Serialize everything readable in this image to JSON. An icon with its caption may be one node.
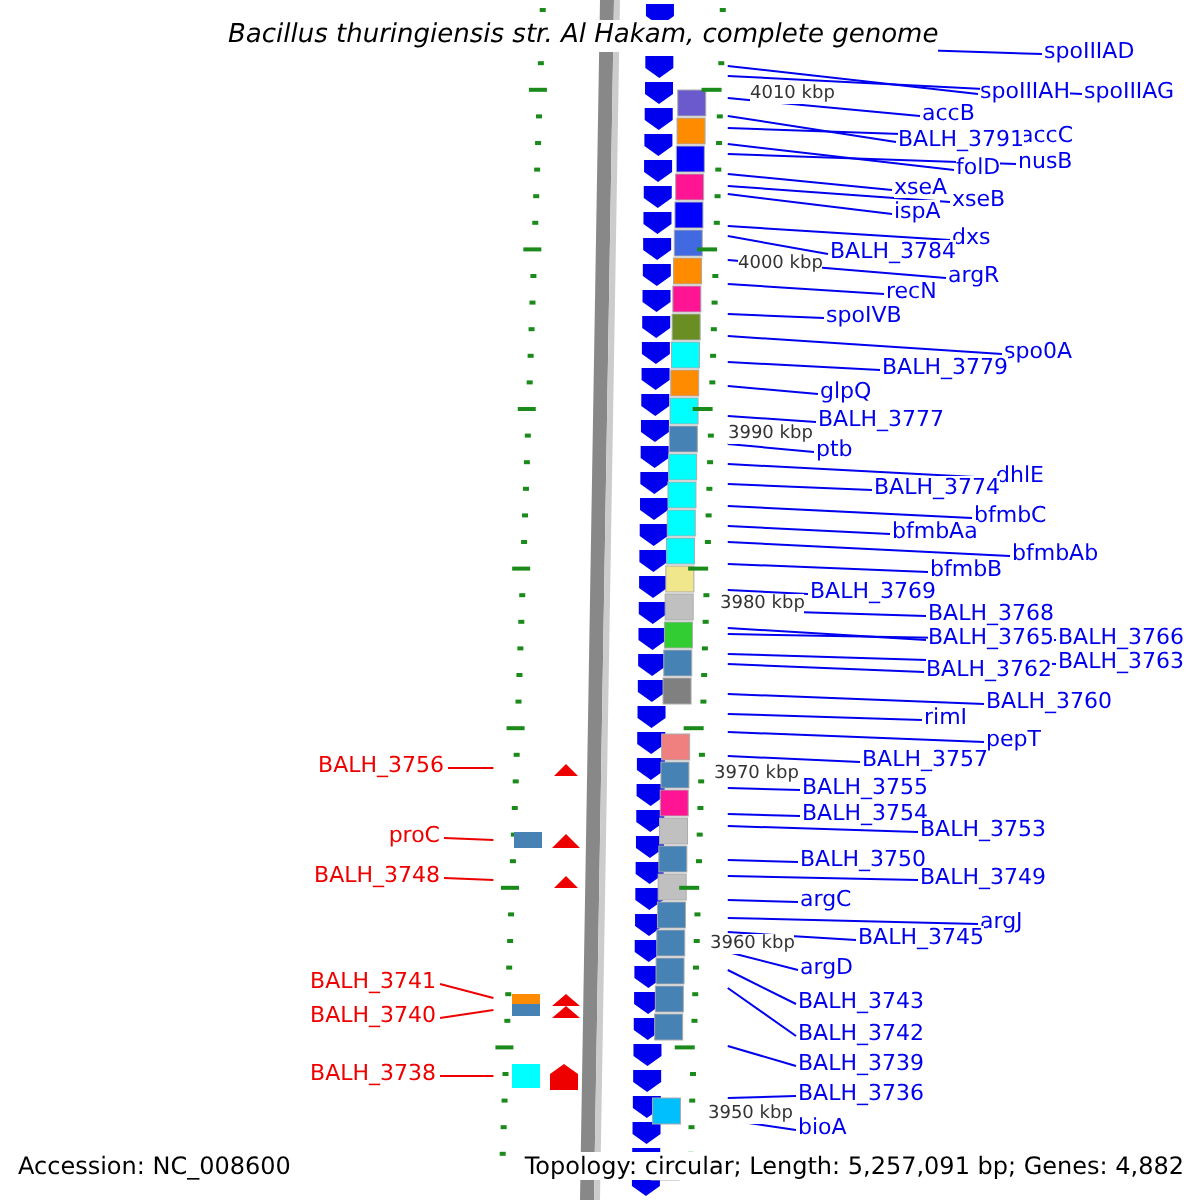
{
  "diagram": {
    "title": "Bacillus thuringiensis str. Al Hakam, complete genome",
    "nodes": [
      {
        "text": [
          "spoIIIAD"
        ]
      },
      {
        "text": [
          "spoIIIAH"
        ]
      },
      {
        "text": [
          "spoIIIAG"
        ]
      },
      {
        "text": [
          "accB"
        ]
      },
      {
        "text": [
          "accC"
        ]
      },
      {
        "text": [
          "BALH_3791"
        ]
      },
      {
        "text": [
          "nusB"
        ]
      },
      {
        "text": [
          "folD"
        ]
      },
      {
        "text": [
          "xseA"
        ]
      },
      {
        "text": [
          "xseB"
        ]
      },
      {
        "text": [
          "ispA"
        ]
      },
      {
        "text": [
          "dxs"
        ]
      },
      {
        "text": [
          "BALH_3784"
        ]
      },
      {
        "text": [
          "argR"
        ]
      },
      {
        "text": [
          "recN"
        ]
      },
      {
        "text": [
          "spoIVB"
        ]
      },
      {
        "text": [
          "spo0A"
        ]
      },
      {
        "text": [
          "BALH_3779"
        ]
      },
      {
        "text": [
          "glpQ"
        ]
      },
      {
        "text": [
          "BALH_3777"
        ]
      },
      {
        "text": [
          "ptb"
        ]
      },
      {
        "text": [
          "dhlE"
        ]
      },
      {
        "text": [
          "BALH_3774"
        ]
      },
      {
        "text": [
          "bfmbC"
        ]
      },
      {
        "text": [
          "bfmbAa"
        ]
      },
      {
        "text": [
          "bfmbAb"
        ]
      },
      {
        "text": [
          "bfmbB"
        ]
      },
      {
        "text": [
          "BALH_3769"
        ]
      },
      {
        "text": [
          "BALH_3768"
        ]
      },
      {
        "text": [
          "BALH_3765"
        ]
      },
      {
        "text": [
          "BALH_3766"
        ]
      },
      {
        "text": [
          "BALH_3763"
        ]
      },
      {
        "text": [
          "BALH_3762"
        ]
      },
      {
        "text": [
          "BALH_3760"
        ]
      },
      {
        "text": [
          "rimI"
        ]
      },
      {
        "text": [
          "pepT"
        ]
      },
      {
        "text": [
          "BALH_3757"
        ]
      },
      {
        "text": [
          "BALH_3756"
        ]
      },
      {
        "text": [
          "BALH_3755"
        ]
      },
      {
        "text": [
          "BALH_3754"
        ]
      },
      {
        "text": [
          "BALH_3753"
        ]
      },
      {
        "text": [
          "proC"
        ]
      },
      {
        "text": [
          "BALH_3750"
        ]
      },
      {
        "text": [
          "BALH_3748"
        ]
      },
      {
        "text": [
          "BALH_3749"
        ]
      },
      {
        "text": [
          "argC"
        ]
      },
      {
        "text": [
          "argJ"
        ]
      },
      {
        "text": [
          "BALH_3745"
        ]
      },
      {
        "text": [
          "argD"
        ]
      },
      {
        "text": [
          "BALH_3741"
        ]
      },
      {
        "text": [
          "BALH_3743"
        ]
      },
      {
        "text": [
          "BALH_3740"
        ]
      },
      {
        "text": [
          "BALH_3742"
        ]
      },
      {
        "text": [
          "BALH_3739"
        ]
      },
      {
        "text": [
          "BALH_3738"
        ]
      },
      {
        "text": [
          "BALH_3736"
        ]
      },
      {
        "text": [
          "bioA"
        ]
      },
      {
        "text": [],
        "shape": "bar"
      },
      {
        "text": [],
        "shape": "bar"
      }
    ],
    "edges": [
      {
        "from": 0,
        "to": 58,
        "arrow": "none"
      },
      {
        "from": 1,
        "to": 58,
        "arrow": "none"
      },
      {
        "from": 2,
        "to": 58,
        "arrow": "none"
      },
      {
        "from": 3,
        "to": 58,
        "arrow": "none"
      },
      {
        "from": 4,
        "to": 58,
        "arrow": "none"
      },
      {
        "from": 5,
        "to": 58,
        "arrow": "none"
      },
      {
        "from": 6,
        "to": 58,
        "arrow": "none"
      },
      {
        "from": 7,
        "to": 58,
        "arrow": "none"
      },
      {
        "from": 8,
        "to": 58,
        "arrow": "none"
      },
      {
        "from": 9,
        "to": 58,
        "arrow": "none"
      },
      {
        "from": 10,
        "to": 58,
        "arrow": "none"
      },
      {
        "from": 11,
        "to": 58,
        "arrow": "none"
      },
      {
        "from": 12,
        "to": 58,
        "arrow": "none"
      },
      {
        "from": 13,
        "to": 58,
        "arrow": "none"
      },
      {
        "from": 14,
        "to": 58,
        "arrow": "none"
      },
      {
        "from": 15,
        "to": 58,
        "arrow": "none"
      },
      {
        "from": 16,
        "to": 58,
        "arrow": "none"
      },
      {
        "from": 17,
        "to": 58,
        "arrow": "none"
      },
      {
        "from": 18,
        "to": 58,
        "arrow": "none"
      },
      {
        "from": 19,
        "to": 58,
        "arrow": "none"
      },
      {
        "from": 20,
        "to": 58,
        "arrow": "none"
      },
      {
        "from": 21,
        "to": 58,
        "arrow": "none"
      },
      {
        "from": 22,
        "to": 58,
        "arrow": "none"
      },
      {
        "from": 23,
        "to": 58,
        "arrow": "none"
      },
      {
        "from": 24,
        "to": 58,
        "arrow": "none"
      },
      {
        "from": 25,
        "to": 58,
        "arrow": "none"
      },
      {
        "from": 26,
        "to": 58,
        "arrow": "none"
      },
      {
        "from": 27,
        "to": 58,
        "arrow": "none"
      },
      {
        "from": 28,
        "to": 58,
        "arrow": "none"
      },
      {
        "from": 29,
        "to": 58,
        "arrow": "none"
      },
      {
        "from": 30,
        "to": 58,
        "arrow": "none"
      },
      {
        "from": 31,
        "to": 58,
        "arrow": "none"
      },
      {
        "from": 32,
        "to": 58,
        "arrow": "none"
      },
      {
        "from": 33,
        "to": 58,
        "arrow": "none"
      },
      {
        "from": 34,
        "to": 58,
        "arrow": "none"
      },
      {
        "from": 35,
        "to": 58,
        "arrow": "none"
      },
      {
        "from": 36,
        "to": 58,
        "arrow": "none"
      },
      {
        "from": 37,
        "to": 57,
        "arrow": "none",
        "color": "#ee0000"
      },
      {
        "from": 38,
        "to": 58,
        "arrow": "none"
      },
      {
        "from": 39,
        "to": 58,
        "arrow": "none"
      },
      {
        "from": 40,
        "to": 58,
        "arrow": "none"
      },
      {
        "from": 41,
        "to": 57,
        "arrow": "none",
        "color": "#ee0000"
      },
      {
        "from": 42,
        "to": 58,
        "arrow": "none"
      },
      {
        "from": 43,
        "to": 57,
        "arrow": "none",
        "color": "#ee0000"
      },
      {
        "from": 44,
        "to": 58,
        "arrow": "none"
      },
      {
        "from": 45,
        "to": 58,
        "arrow": "none"
      },
      {
        "from": 46,
        "to": 58,
        "arrow": "none"
      },
      {
        "from": 47,
        "to": 58,
        "arrow": "none"
      },
      {
        "from": 48,
        "to": 58,
        "arrow": "none"
      },
      {
        "from": 49,
        "to": 57,
        "arrow": "none",
        "color": "#ee0000"
      },
      {
        "from": 50,
        "to": 58,
        "arrow": "none"
      },
      {
        "from": 51,
        "to": 57,
        "arrow": "none",
        "color": "#ee0000"
      },
      {
        "from": 52,
        "to": 58,
        "arrow": "none"
      },
      {
        "from": 53,
        "to": 58,
        "arrow": "none"
      },
      {
        "from": 54,
        "to": 57,
        "arrow": "none",
        "color": "#ee0000"
      },
      {
        "from": 55,
        "to": 58,
        "arrow": "none"
      },
      {
        "from": 56,
        "to": 58,
        "arrow": "none"
      }
    ],
    "labels": [
      "4010 kbp",
      "4000 kbp",
      "3990 kbp",
      "3980 kbp",
      "3970 kbp",
      "3960 kbp",
      "3950 kbp",
      "Accession: NC_008600",
      "Topology: circular; Length: 5,257,091 bp; Genes: 4,882"
    ]
  }
}
